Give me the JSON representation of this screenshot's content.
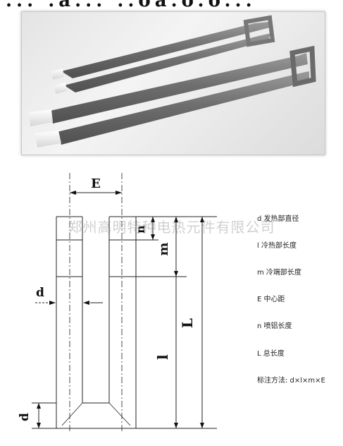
{
  "header": {
    "cropped_text": "... .a... ..oa.o.o..."
  },
  "photo": {
    "subject": "u-shaped-heating-elements-photo"
  },
  "diagram": {
    "labels": {
      "E": "E",
      "n": "n",
      "m": "m",
      "d_side": "d",
      "L": "L",
      "l": "l",
      "d_bottom": "d"
    }
  },
  "watermark": "郑州高明特种电热元件有限公司",
  "legend": {
    "items": [
      "d 发热部直径",
      "l 冷热部长度",
      "m 冷端部长度",
      "E 中心距",
      "n 喷铝长度",
      "L 总长度"
    ],
    "note": "标注方法: d×l×m×E"
  }
}
